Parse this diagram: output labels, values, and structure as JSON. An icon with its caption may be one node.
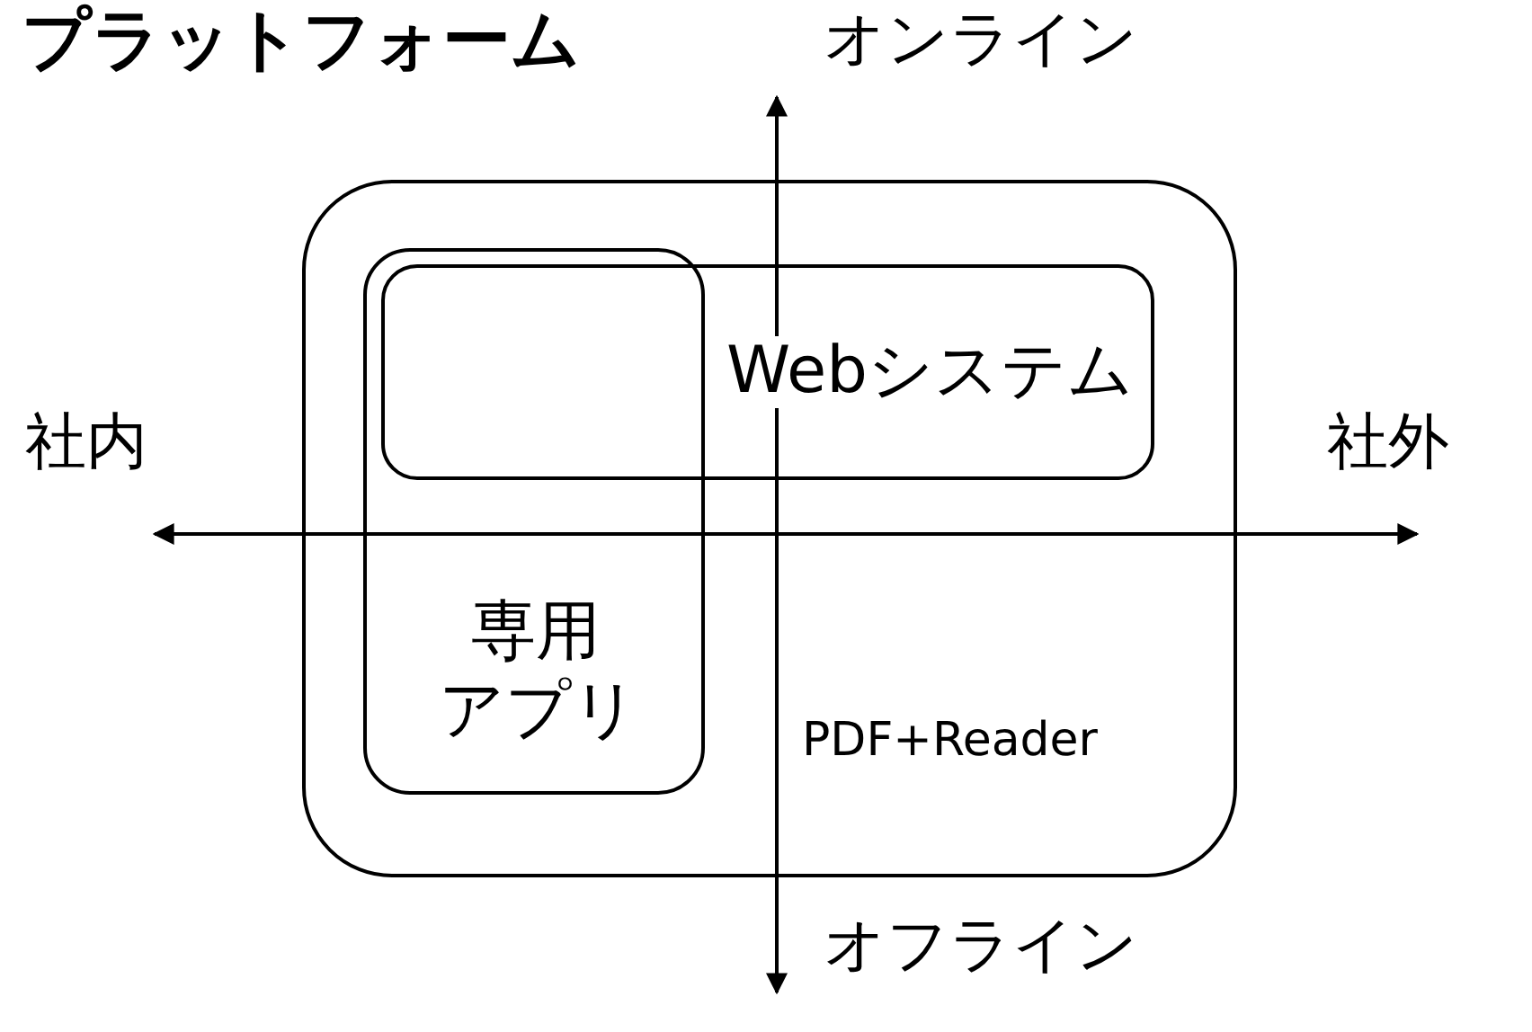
{
  "diagram": {
    "title": "プラットフォーム",
    "nodes": [
      {
        "text": [
          "PDF+Reader"
        ]
      },
      {
        "text": [
          "Webシステム"
        ],
        "in": 0
      },
      {
        "text": [
          "専用",
          "アプリ"
        ],
        "in": 0
      }
    ],
    "edges": [],
    "labels": [
      "オンライン",
      "社内",
      "社外",
      "オフライン"
    ]
  }
}
